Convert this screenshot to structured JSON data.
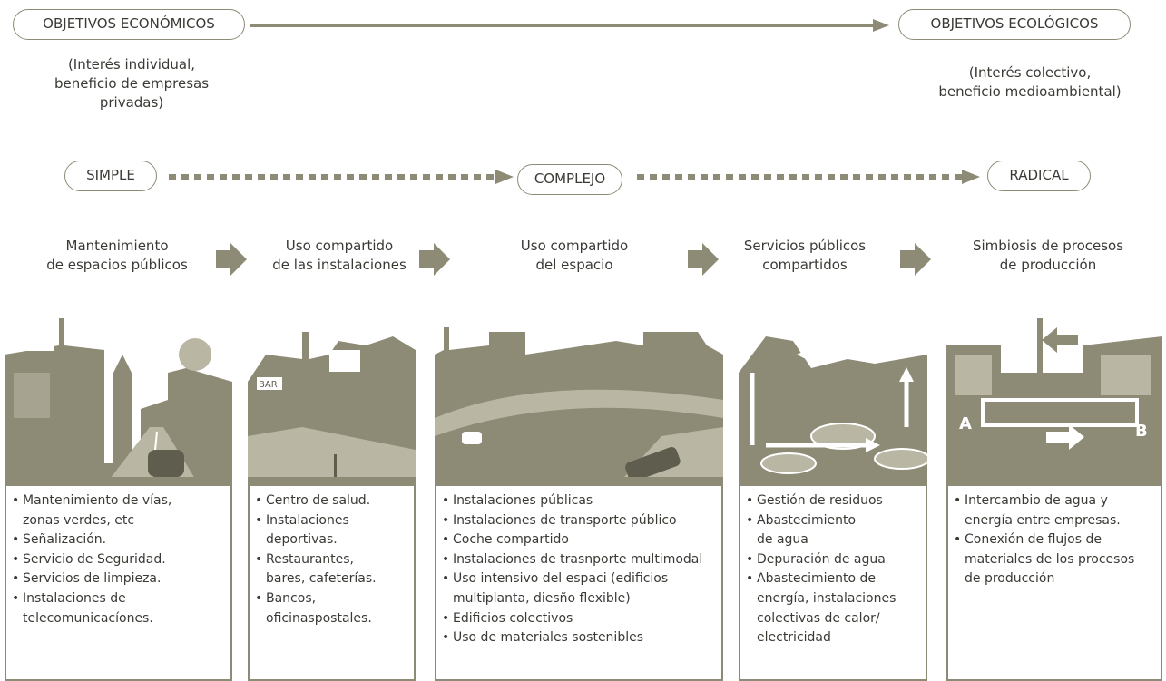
{
  "top": {
    "left_pill": "OBJETIVOS ECONÓMICOS",
    "right_pill": "OBJETIVOS ECOLÓGICOS",
    "left_sub": [
      "(Interés individual,",
      "beneficio de empresas",
      "privadas)"
    ],
    "right_sub": [
      "(Interés colectivo,",
      "beneficio medioambiental)"
    ]
  },
  "levels": [
    "SIMPLE",
    "COMPLEJO",
    "RADICAL"
  ],
  "stages": [
    [
      "Mantenimiento",
      "de espacios públicos"
    ],
    [
      "Uso compartido",
      "de las instalaciones"
    ],
    [
      "Uso compartido",
      "del espacio"
    ],
    [
      "Servicios públicos",
      "compartidos"
    ],
    [
      "Simbiosis de procesos",
      "de producción"
    ]
  ],
  "panels": [
    {
      "items": [
        "Mantenimiento de vías,\nzonas verdes, etc",
        "Señalización.",
        "Servicio de Seguridad.",
        "Servicios de limpieza.",
        "Instalaciones de\ntelecomunicacíones."
      ]
    },
    {
      "items": [
        "Centro de salud.",
        "Instalaciones\ndeportivas.",
        "Restaurantes,\nbares, cafeterías.",
        "Bancos,\noficinaspostales."
      ]
    },
    {
      "items": [
        "Instalaciones públicas",
        "Instalaciones de transporte público",
        "Coche compartido",
        "Instalaciones de trasnporte multimodal",
        "Uso intensivo del espaci (edificios\nmultiplanta, diesño flexible)",
        "Edificios colectivos",
        "Uso de materiales sostenibles"
      ]
    },
    {
      "items": [
        "Gestión de residuos",
        "Abastecimiento\nde agua",
        "Depuración de agua",
        "Abastecimiento de\nenergía, instalaciones\ncolectivas de calor/\nelectricidad"
      ]
    },
    {
      "items": [
        "Intercambio de agua y\nenergía entre empresas.",
        "Conexión de flujos de\nmateriales de los procesos\nde producción"
      ]
    }
  ],
  "illustration_signs": {
    "bar": "BAR",
    "label_a": "A",
    "label_b": "B"
  },
  "colors": {
    "olive": "#8d8b76",
    "olive_light": "#b9b7a4",
    "text": "#3a3a35"
  }
}
